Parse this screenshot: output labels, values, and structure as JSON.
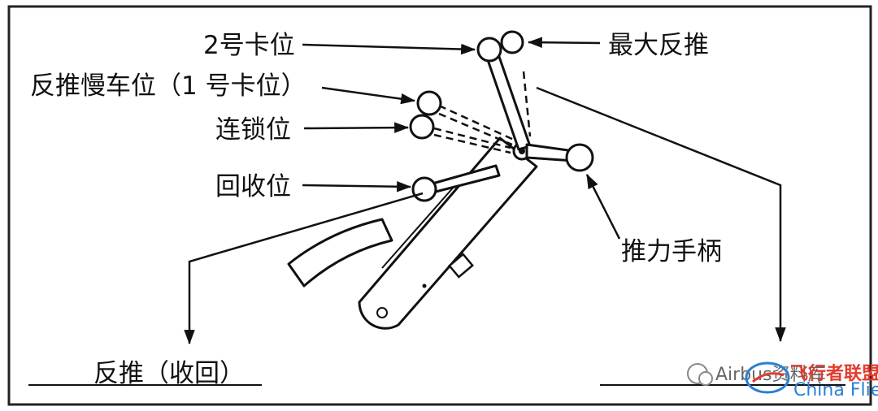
{
  "labels": {
    "detent2": "2号卡位",
    "maxReverse": "最大反推",
    "reverseIdle": "反推慢车位（1 号卡位）",
    "interlock": "连锁位",
    "stowed": "回收位",
    "thrustLever": "推力手柄",
    "reverseStowed": "反推（收回）"
  },
  "watermark": {
    "brand": "Airbus资料库",
    "site_cn": "飞行者联盟",
    "site_en": "China Flier"
  },
  "colors": {
    "line": "#111111",
    "watermarkBlue": "#2a7fd4",
    "watermarkRed": "#e23b2e",
    "watermarkGray": "#666666"
  }
}
